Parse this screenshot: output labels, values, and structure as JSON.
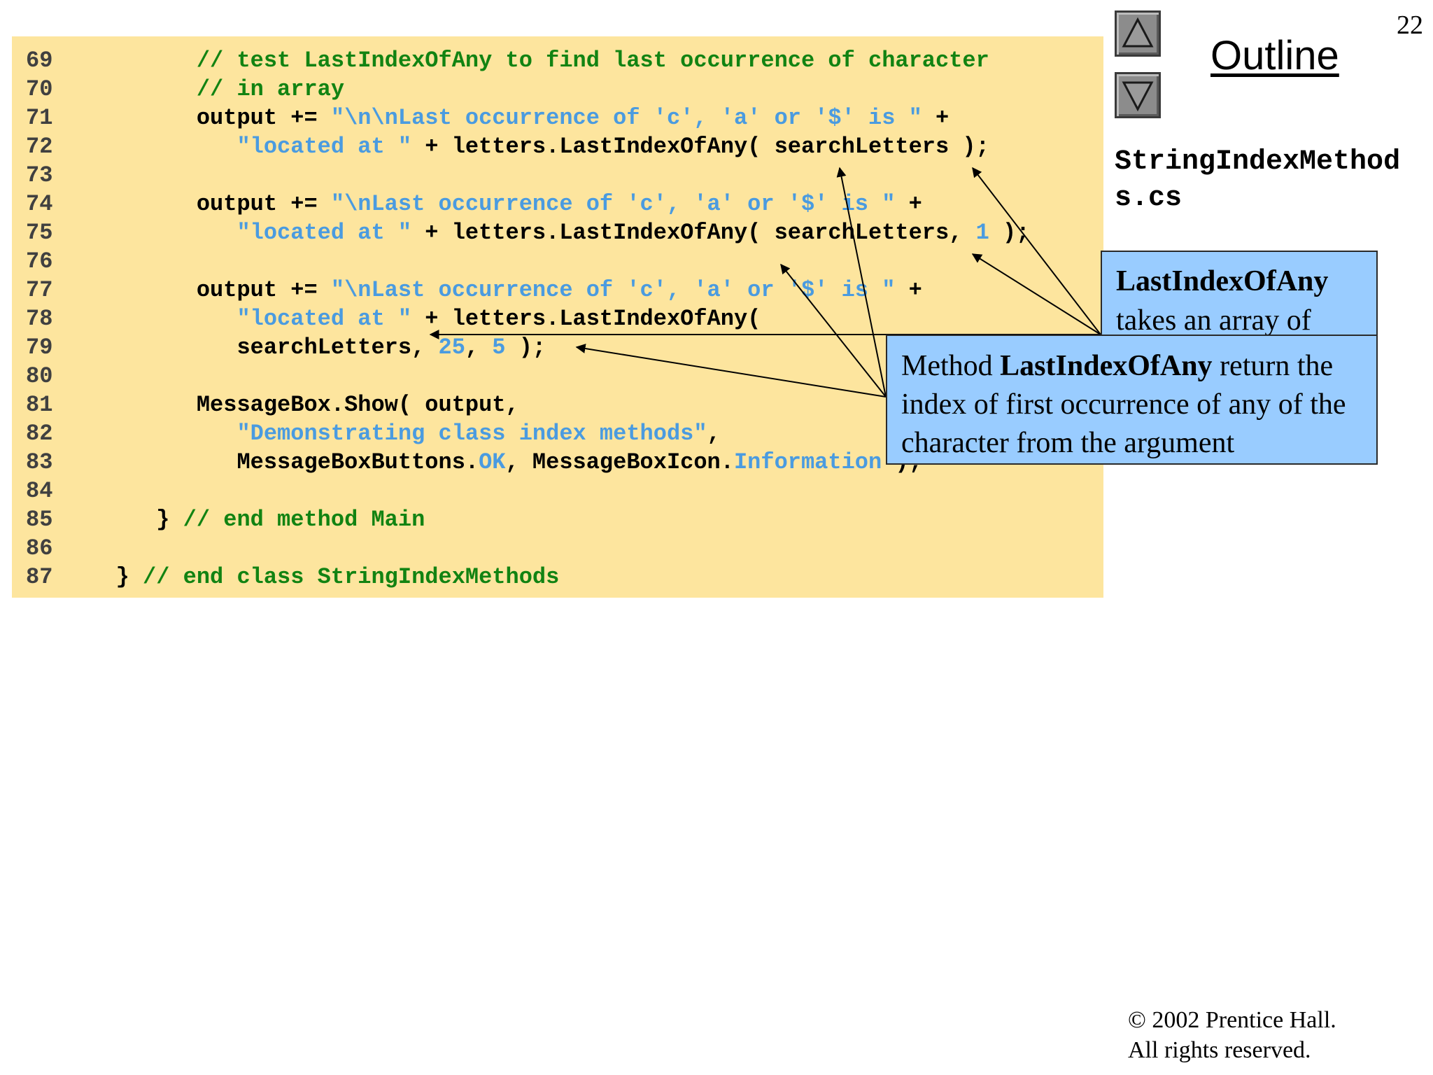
{
  "slide": {
    "page_number": "22",
    "outline_title": "Outline",
    "file_name": "StringIndexMethods.cs",
    "copyright_line1": "© 2002 Prentice Hall.",
    "copyright_line2": "All rights reserved."
  },
  "navigation": {
    "up_icon": "triangle-up-icon",
    "down_icon": "triangle-down-icon"
  },
  "colors": {
    "code_background": "#fde59e",
    "comment": "#128312",
    "string_literal": "#4a9be0",
    "callout_background": "#99ccff"
  },
  "code_lines": [
    {
      "number": "69",
      "tokens": [
        {
          "t": "c",
          "s": "         // test LastIndexOfAny to find last occurrence of character"
        }
      ]
    },
    {
      "number": "70",
      "tokens": [
        {
          "t": "c",
          "s": "         // in array"
        }
      ]
    },
    {
      "number": "71",
      "tokens": [
        {
          "t": "p",
          "s": "         output += "
        },
        {
          "t": "s",
          "s": "\"\\n\\nLast occurrence of 'c', 'a' or '$' is \""
        },
        {
          "t": "p",
          "s": " +"
        }
      ]
    },
    {
      "number": "72",
      "tokens": [
        {
          "t": "s",
          "s": "            \"located at \""
        },
        {
          "t": "p",
          "s": " + letters.LastIndexOfAny( searchLetters );"
        }
      ]
    },
    {
      "number": "73",
      "tokens": []
    },
    {
      "number": "74",
      "tokens": [
        {
          "t": "p",
          "s": "         output += "
        },
        {
          "t": "s",
          "s": "\"\\nLast occurrence of 'c', 'a' or '$' is \""
        },
        {
          "t": "p",
          "s": " +"
        }
      ]
    },
    {
      "number": "75",
      "tokens": [
        {
          "t": "s",
          "s": "            \"located at \""
        },
        {
          "t": "p",
          "s": " + letters.LastIndexOfAny( searchLetters, "
        },
        {
          "t": "s",
          "s": "1"
        },
        {
          "t": "p",
          "s": " );"
        }
      ]
    },
    {
      "number": "76",
      "tokens": []
    },
    {
      "number": "77",
      "tokens": [
        {
          "t": "p",
          "s": "         output += "
        },
        {
          "t": "s",
          "s": "\"\\nLast occurrence of 'c', 'a' or '$' is \""
        },
        {
          "t": "p",
          "s": " +"
        }
      ]
    },
    {
      "number": "78",
      "tokens": [
        {
          "t": "s",
          "s": "            \"located at \""
        },
        {
          "t": "p",
          "s": " + letters.LastIndexOfAny("
        }
      ]
    },
    {
      "number": "79",
      "tokens": [
        {
          "t": "p",
          "s": "            searchLetters, "
        },
        {
          "t": "s",
          "s": "25"
        },
        {
          "t": "p",
          "s": ", "
        },
        {
          "t": "s",
          "s": "5"
        },
        {
          "t": "p",
          "s": " );"
        }
      ]
    },
    {
      "number": "80",
      "tokens": []
    },
    {
      "number": "81",
      "tokens": [
        {
          "t": "p",
          "s": "         MessageBox.Show( output,"
        }
      ]
    },
    {
      "number": "82",
      "tokens": [
        {
          "t": "s",
          "s": "            \"Demonstrating class index methods\""
        },
        {
          "t": "p",
          "s": ","
        }
      ]
    },
    {
      "number": "83",
      "tokens": [
        {
          "t": "p",
          "s": "            MessageBoxButtons."
        },
        {
          "t": "s",
          "s": "OK"
        },
        {
          "t": "p",
          "s": ", MessageBoxIcon."
        },
        {
          "t": "s",
          "s": "Information"
        },
        {
          "t": "p",
          "s": " );"
        }
      ]
    },
    {
      "number": "84",
      "tokens": []
    },
    {
      "number": "85",
      "tokens": [
        {
          "t": "p",
          "s": "      } "
        },
        {
          "t": "c",
          "s": "// end method Main"
        }
      ]
    },
    {
      "number": "86",
      "tokens": []
    },
    {
      "number": "87",
      "tokens": [
        {
          "t": "p",
          "s": "   } "
        },
        {
          "t": "c",
          "s": "// end class StringIndexMethods"
        }
      ]
    }
  ],
  "callouts": {
    "first": {
      "title": "LastIndexOfAny",
      "body": "takes an array of"
    },
    "second": {
      "prefix": "Method ",
      "bold": "LastIndexOfAny",
      "suffix": " return the index of first occurrence of any of the character from the argument"
    }
  }
}
